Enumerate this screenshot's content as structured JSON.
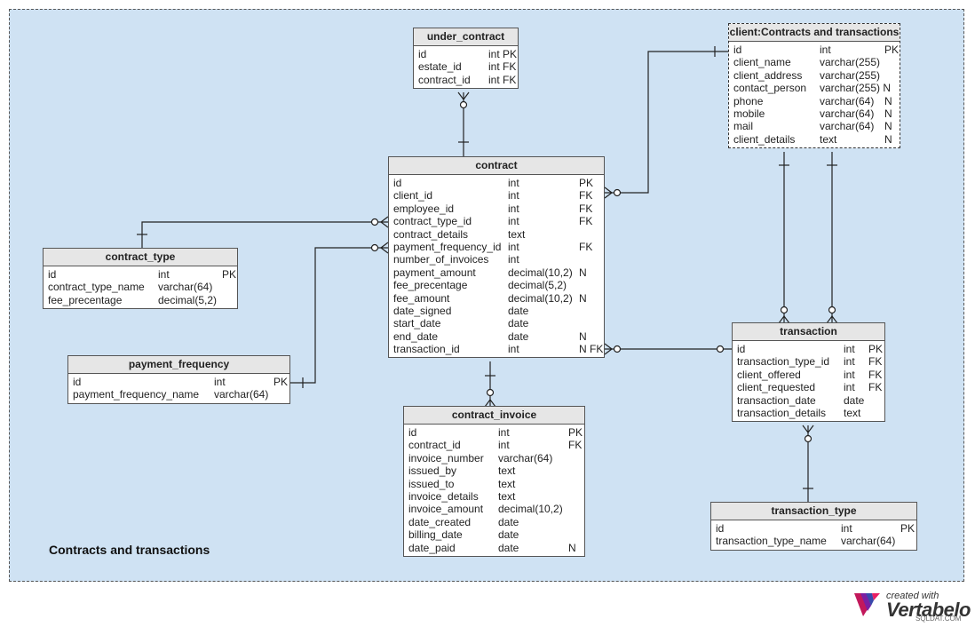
{
  "area_title": "Contracts and transactions",
  "watermark": "SQLDAT.COM",
  "logo": {
    "sub": "created with",
    "brand": "Vertabelo"
  },
  "tables": [
    {
      "key": "under_contract",
      "name": "under_contract",
      "external": false,
      "rows": [
        [
          "id",
          "int PK",
          ""
        ],
        [
          "estate_id",
          "int FK",
          ""
        ],
        [
          "contract_id",
          "int FK",
          ""
        ]
      ]
    },
    {
      "key": "client",
      "name": "client:Contracts and transactions",
      "external": true,
      "rows": [
        [
          "id",
          "int",
          "PK"
        ],
        [
          "client_name",
          "varchar(255)",
          ""
        ],
        [
          "client_address",
          "varchar(255)",
          ""
        ],
        [
          "contact_person",
          "varchar(255) N",
          ""
        ],
        [
          "phone",
          "varchar(64)",
          "N"
        ],
        [
          "mobile",
          "varchar(64)",
          "N"
        ],
        [
          "mail",
          "varchar(64)",
          "N"
        ],
        [
          "client_details",
          "text",
          "N"
        ]
      ]
    },
    {
      "key": "contract",
      "name": "contract",
      "external": false,
      "rows": [
        [
          "id",
          "int",
          "PK"
        ],
        [
          "client_id",
          "int",
          "FK"
        ],
        [
          "employee_id",
          "int",
          "FK"
        ],
        [
          "contract_type_id",
          "int",
          "FK"
        ],
        [
          "contract_details",
          "text",
          ""
        ],
        [
          "payment_frequency_id",
          "int",
          "FK"
        ],
        [
          "number_of_invoices",
          "int",
          ""
        ],
        [
          "payment_amount",
          "decimal(10,2)",
          "N"
        ],
        [
          "fee_precentage",
          "decimal(5,2)",
          ""
        ],
        [
          "fee_amount",
          "decimal(10,2)",
          "N"
        ],
        [
          "date_signed",
          "date",
          ""
        ],
        [
          "start_date",
          "date",
          ""
        ],
        [
          "end_date",
          "date",
          "N"
        ],
        [
          "transaction_id",
          "int",
          "N FK"
        ]
      ]
    },
    {
      "key": "contract_type",
      "name": "contract_type",
      "external": false,
      "rows": [
        [
          "id",
          "int",
          "PK"
        ],
        [
          "contract_type_name",
          "varchar(64)",
          ""
        ],
        [
          "fee_precentage",
          "decimal(5,2)",
          ""
        ]
      ]
    },
    {
      "key": "payment_frequency",
      "name": "payment_frequency",
      "external": false,
      "rows": [
        [
          "id",
          "int",
          "PK"
        ],
        [
          "payment_frequency_name",
          "varchar(64)",
          ""
        ]
      ]
    },
    {
      "key": "contract_invoice",
      "name": "contract_invoice",
      "external": false,
      "rows": [
        [
          "id",
          "int",
          "PK"
        ],
        [
          "contract_id",
          "int",
          "FK"
        ],
        [
          "invoice_number",
          "varchar(64)",
          ""
        ],
        [
          "issued_by",
          "text",
          ""
        ],
        [
          "issued_to",
          "text",
          ""
        ],
        [
          "invoice_details",
          "text",
          ""
        ],
        [
          "invoice_amount",
          "decimal(10,2)",
          ""
        ],
        [
          "date_created",
          "date",
          ""
        ],
        [
          "billing_date",
          "date",
          ""
        ],
        [
          "date_paid",
          "date",
          "N"
        ]
      ]
    },
    {
      "key": "transaction",
      "name": "transaction",
      "external": false,
      "rows": [
        [
          "id",
          "int",
          "PK"
        ],
        [
          "transaction_type_id",
          "int",
          "FK"
        ],
        [
          "client_offered",
          "int",
          "FK"
        ],
        [
          "client_requested",
          "int",
          "FK"
        ],
        [
          "transaction_date",
          "date",
          ""
        ],
        [
          "transaction_details",
          "text",
          ""
        ]
      ]
    },
    {
      "key": "transaction_type",
      "name": "transaction_type",
      "external": false,
      "rows": [
        [
          "id",
          "int",
          "PK"
        ],
        [
          "transaction_type_name",
          "varchar(64)",
          ""
        ]
      ]
    }
  ]
}
